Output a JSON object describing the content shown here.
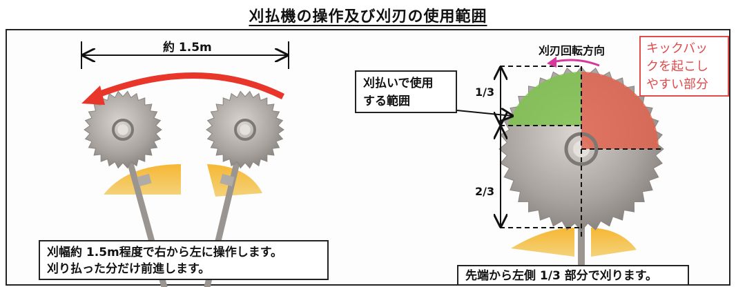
{
  "title": "刈払機の操作及び刈刃の使用範囲",
  "left_panel": {
    "width_label": "約 1.5m",
    "caption_line1": "刈幅約 1.5m程度で右から左に操作します。",
    "caption_line2": "刈り払った分だけ前進します。"
  },
  "right_panel": {
    "rotation_label": "刈刃回転方向",
    "kickback_line1": "キックバッ",
    "kickback_line2": "クを起こし",
    "kickback_line3": "やすい部分",
    "usage_line1": "刈払いで使用",
    "usage_line2": "する範囲",
    "one_third": "1/3",
    "two_thirds": "2/3",
    "caption": "先端から左側 1/3 部分で刈ります。"
  },
  "colors": {
    "usage_zone": "#7cc24a",
    "kickback_zone": "#e0604a",
    "swing_arrow": "#e8372a",
    "rotation_arrow": "#d6389a",
    "grass": "#f5a623"
  }
}
